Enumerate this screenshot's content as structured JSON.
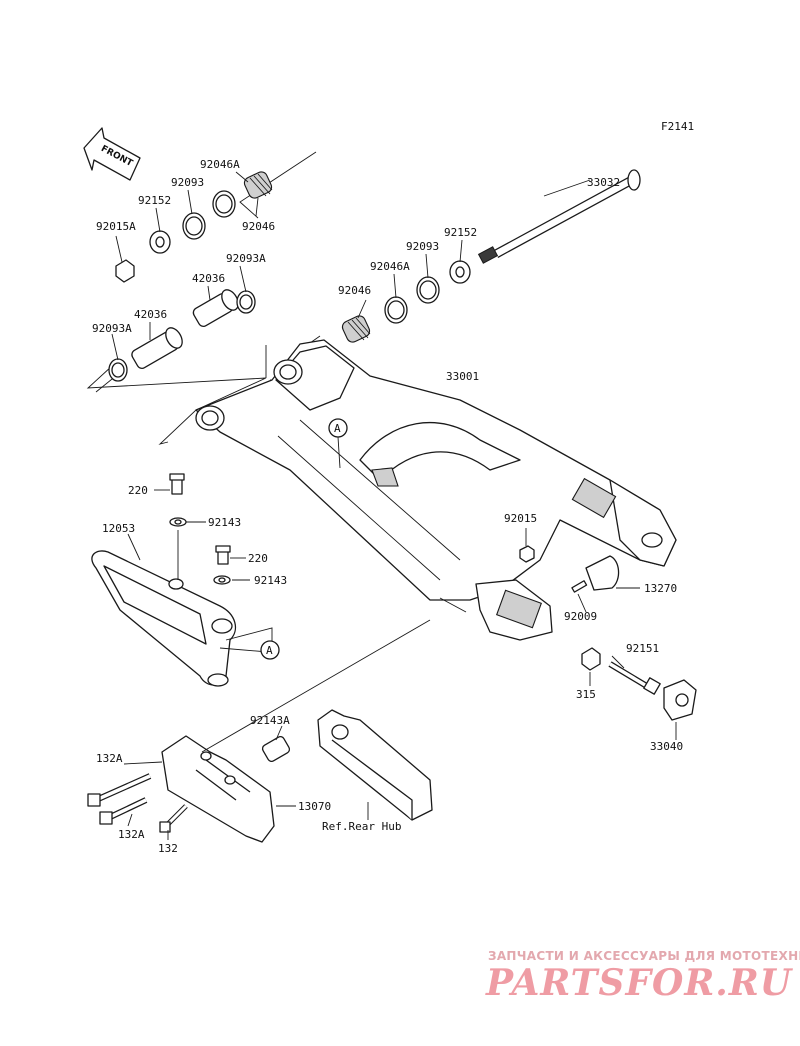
{
  "figure_code": "F2141",
  "front_label": "FRONT",
  "callout_letter": "A",
  "parts": {
    "p33032": "33032",
    "p92046A_top": "92046A",
    "p92093_top": "92093",
    "p92152_top": "92152",
    "p92015A": "92015A",
    "p92046_top": "92046",
    "p92093A_top": "92093A",
    "p42036_top": "42036",
    "p42036_mid": "42036",
    "p92093A_left": "92093A",
    "p92152_right": "92152",
    "p92093_right": "92093",
    "p92046A_right": "92046A",
    "p92046_right": "92046",
    "p33001": "33001",
    "p220_a": "220",
    "p92143_a": "92143",
    "p12053": "12053",
    "p220_b": "220",
    "p92143_b": "92143",
    "p92015": "92015",
    "p13270": "13270",
    "p92009": "92009",
    "p92151": "92151",
    "p315": "315",
    "p33040": "33040",
    "p92143A": "92143A",
    "p132A_a": "132A",
    "p13070": "13070",
    "p132A_b": "132A",
    "p132": "132",
    "ref_rear_hub": "Ref.Rear Hub"
  },
  "watermark": {
    "tagline": "ЗАПЧАСТИ И АКСЕССУАРЫ ДЛЯ МОТОТЕХНИКИ",
    "logo": "PARTSFOR.RU"
  }
}
